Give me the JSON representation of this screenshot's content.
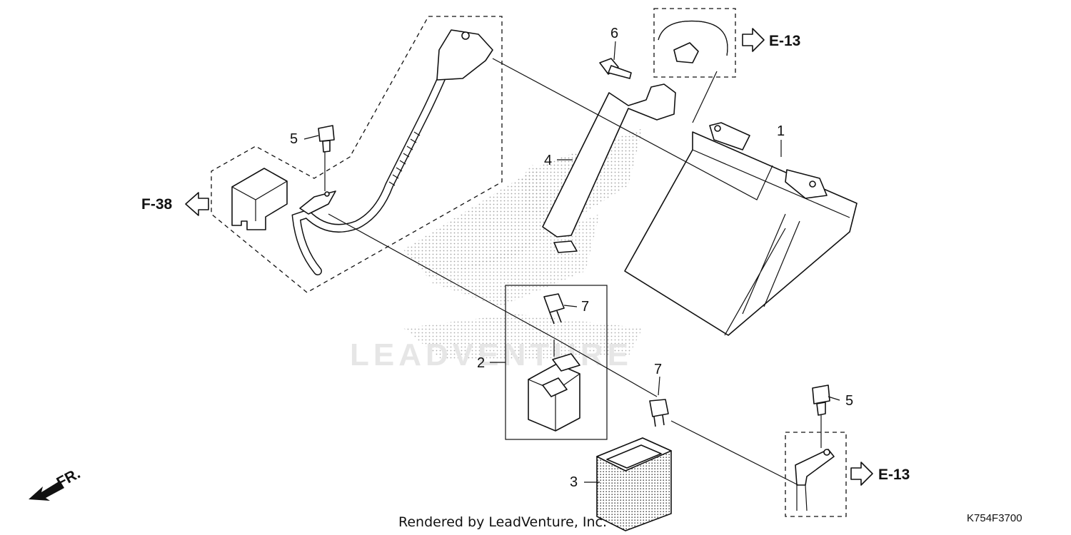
{
  "watermark": "LEADVENTURE",
  "footer_text": "Rendered by LeadVenture, Inc.",
  "diagram_code": "K754F3700",
  "front_marker": "FR.",
  "references": {
    "f38": "F-38",
    "e13_top": "E-13",
    "e13_bottom": "E-13"
  },
  "callouts": {
    "part_1": "1",
    "part_2": "2",
    "part_3": "3",
    "part_4": "4",
    "part_5_left": "5",
    "part_5_right": "5",
    "part_6": "6",
    "part_7_top": "7",
    "part_7_lower": "7"
  },
  "colors": {
    "line": "#111111",
    "watermark": "#e6e6e6",
    "stipple": "#9a9a9a"
  }
}
